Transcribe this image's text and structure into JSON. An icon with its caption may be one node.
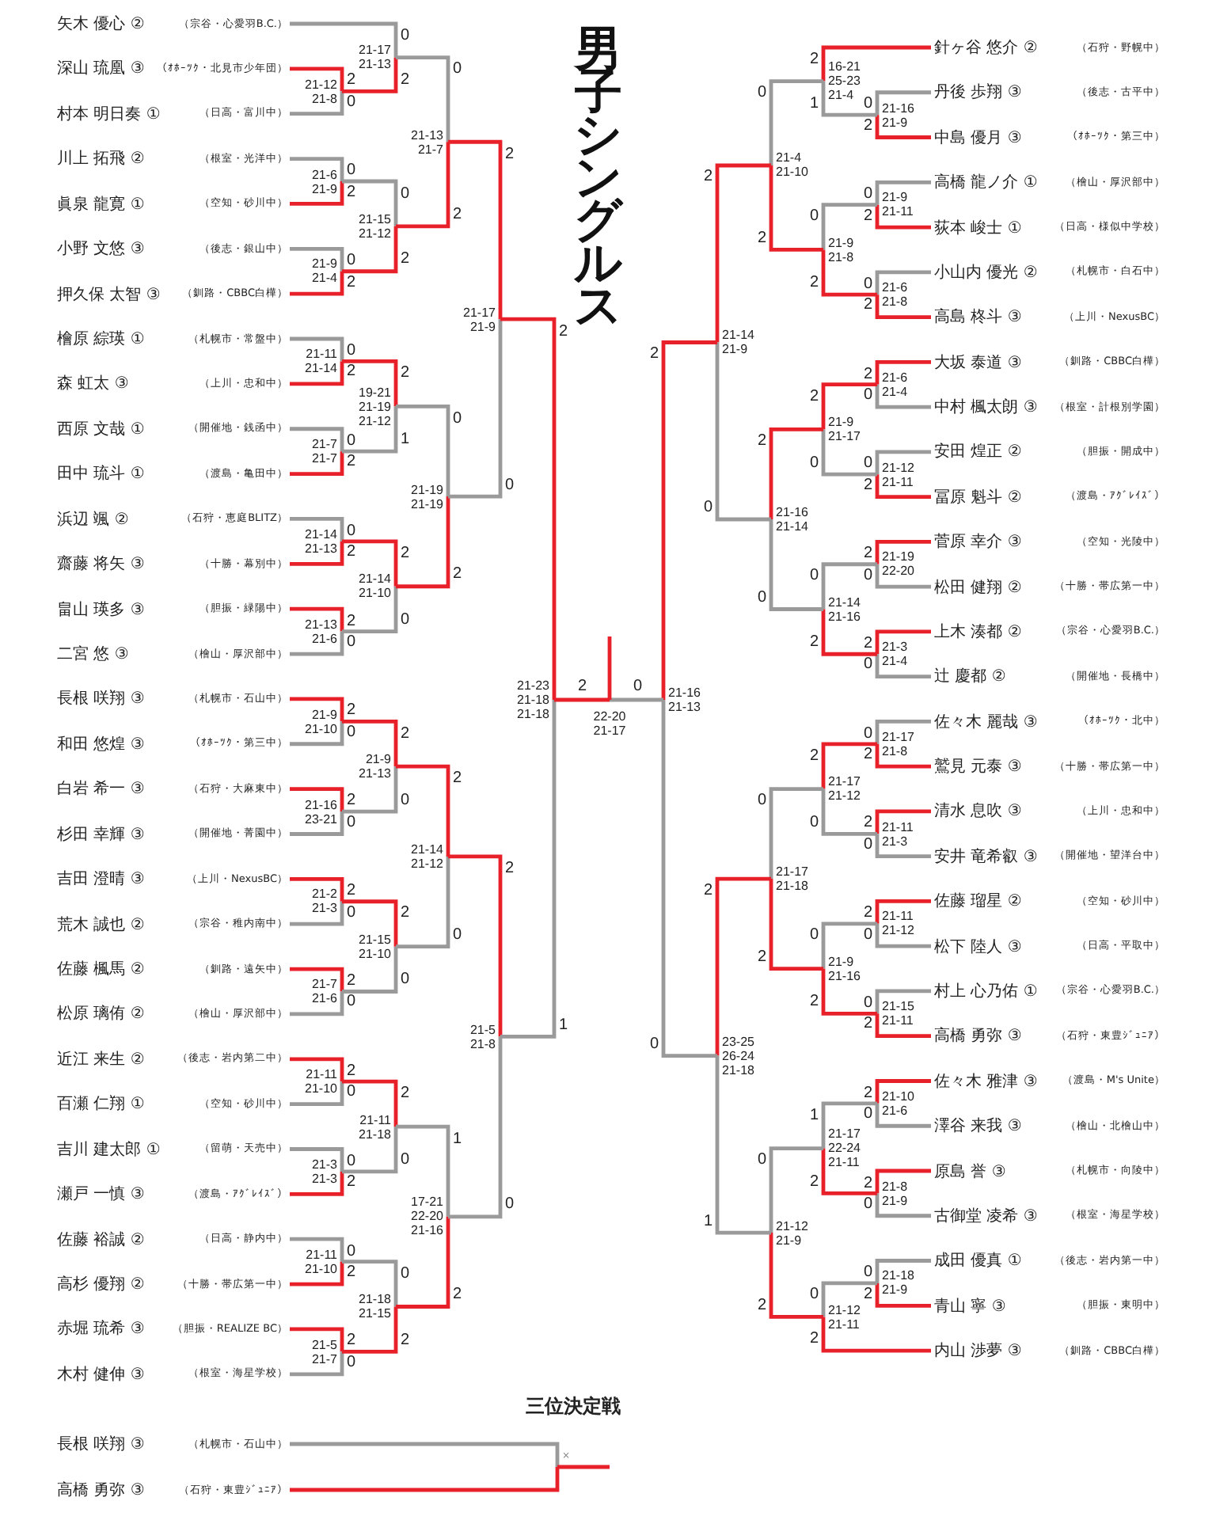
{
  "diagram": {
    "title": "男子シングルス",
    "nodes": [
      {
        "text": [
          "矢木 優心 ②",
          "（宗谷・心愛羽B.C.）"
        ]
      },
      {
        "text": [
          "深山 琉凰 ③",
          "（ｵﾎｰﾂｸ・北見市少年団）"
        ]
      },
      {
        "text": [
          "村本 明日奏 ①",
          "（日高・富川中）"
        ]
      },
      {
        "text": [
          "川上 拓飛 ②",
          "（根室・光洋中）"
        ]
      },
      {
        "text": [
          "眞泉 龍寛 ①",
          "（空知・砂川中）"
        ]
      },
      {
        "text": [
          "小野 文悠 ③",
          "（後志・銀山中）"
        ]
      },
      {
        "text": [
          "押久保 太智 ③",
          "（釧路・CBBC白樺）"
        ]
      },
      {
        "text": [
          "檜原 綜瑛 ①",
          "（札幌市・常盤中）"
        ]
      },
      {
        "text": [
          "森 虹太 ③",
          "（上川・忠和中）"
        ]
      },
      {
        "text": [
          "西原 文哉 ①",
          "（開催地・銭函中）"
        ]
      },
      {
        "text": [
          "田中 琉斗 ①",
          "（渡島・亀田中）"
        ]
      },
      {
        "text": [
          "浜辺 颯 ②",
          "（石狩・恵庭BLITZ）"
        ]
      },
      {
        "text": [
          "齋藤 将矢 ③",
          "（十勝・幕別中）"
        ]
      },
      {
        "text": [
          "畠山 瑛多 ③",
          "（胆振・緑陽中）"
        ]
      },
      {
        "text": [
          "二宮 悠 ③",
          "（檜山・厚沢部中）"
        ]
      },
      {
        "text": [
          "長根 咲翔 ③",
          "（札幌市・石山中）"
        ]
      },
      {
        "text": [
          "和田 悠煌 ③",
          "（ｵﾎｰﾂｸ・第三中）"
        ]
      },
      {
        "text": [
          "白岩 希一 ③",
          "（石狩・大麻東中）"
        ]
      },
      {
        "text": [
          "杉田 幸輝 ③",
          "（開催地・菁園中）"
        ]
      },
      {
        "text": [
          "吉田 澄晴 ③",
          "（上川・NexusBC）"
        ]
      },
      {
        "text": [
          "荒木 誠也 ②",
          "（宗谷・稚内南中）"
        ]
      },
      {
        "text": [
          "佐藤 楓馬 ②",
          "（釧路・遠矢中）"
        ]
      },
      {
        "text": [
          "松原 璃侑 ②",
          "（檜山・厚沢部中）"
        ]
      },
      {
        "text": [
          "近江 来生 ②",
          "（後志・岩内第二中）"
        ]
      },
      {
        "text": [
          "百瀬 仁翔 ①",
          "（空知・砂川中）"
        ]
      },
      {
        "text": [
          "吉川 建太郎 ①",
          "（留萌・天売中）"
        ]
      },
      {
        "text": [
          "瀬戸 一慎 ③",
          "（渡島・ｱｸﾞﾚｲｽﾞ）"
        ]
      },
      {
        "text": [
          "佐藤 裕誠 ②",
          "（日高・静内中）"
        ]
      },
      {
        "text": [
          "高杉 優翔 ②",
          "（十勝・帯広第一中）"
        ]
      },
      {
        "text": [
          "赤堀 琉希 ③",
          "（胆振・REALIZE BC）"
        ]
      },
      {
        "text": [
          "木村 健伸 ③",
          "（根室・海星学校）"
        ]
      },
      {
        "text": [
          "針ヶ谷 悠介 ②",
          "（石狩・野幌中）"
        ]
      },
      {
        "text": [
          "丹後 歩翔 ③",
          "（後志・古平中）"
        ]
      },
      {
        "text": [
          "中島 優月 ③",
          "（ｵﾎｰﾂｸ・第三中）"
        ]
      },
      {
        "text": [
          "高橋 龍ノ介 ①",
          "（檜山・厚沢部中）"
        ]
      },
      {
        "text": [
          "荻本 峻士 ①",
          "（日高・様似中学校）"
        ]
      },
      {
        "text": [
          "小山内 優光 ②",
          "（札幌市・白石中）"
        ]
      },
      {
        "text": [
          "高島 柊斗 ③",
          "（上川・NexusBC）"
        ]
      },
      {
        "text": [
          "大坂 泰道 ③",
          "（釧路・CBBC白樺）"
        ]
      },
      {
        "text": [
          "中村 楓太朗 ③",
          "（根室・計根別学園）"
        ]
      },
      {
        "text": [
          "安田 煌正 ②",
          "（胆振・開成中）"
        ]
      },
      {
        "text": [
          "冨原 魁斗 ②",
          "（渡島・ｱｸﾞﾚｲｽﾞ）"
        ]
      },
      {
        "text": [
          "菅原 幸介 ③",
          "（空知・光陵中）"
        ]
      },
      {
        "text": [
          "松田 健翔 ②",
          "（十勝・帯広第一中）"
        ]
      },
      {
        "text": [
          "上木 湊都 ②",
          "（宗谷・心愛羽B.C.）"
        ]
      },
      {
        "text": [
          "辻 慶都 ②",
          "（開催地・長橋中）"
        ]
      },
      {
        "text": [
          "佐々木 麗哉 ③",
          "（ｵﾎｰﾂｸ・北中）"
        ]
      },
      {
        "text": [
          "鷲見 元泰 ③",
          "（十勝・帯広第一中）"
        ]
      },
      {
        "text": [
          "清水 息吹 ③",
          "（上川・忠和中）"
        ]
      },
      {
        "text": [
          "安井 竜希叡 ③",
          "（開催地・望洋台中）"
        ]
      },
      {
        "text": [
          "佐藤 瑠星 ②",
          "（空知・砂川中）"
        ]
      },
      {
        "text": [
          "松下 陸人 ③",
          "（日高・平取中）"
        ]
      },
      {
        "text": [
          "村上 心乃佑 ①",
          "（宗谷・心愛羽B.C.）"
        ]
      },
      {
        "text": [
          "高橋 勇弥 ③",
          "（石狩・東豊ｼﾞｭﾆｱ）"
        ]
      },
      {
        "text": [
          "佐々木 雅津 ③",
          "（渡島・M's Unite）"
        ]
      },
      {
        "text": [
          "澤谷 来我 ③",
          "（檜山・北檜山中）"
        ]
      },
      {
        "text": [
          "原島 誉 ③",
          "（札幌市・向陵中）"
        ]
      },
      {
        "text": [
          "古御堂 凌希 ③",
          "（根室・海星学校）"
        ]
      },
      {
        "text": [
          "成田 優真 ①",
          "（後志・岩内第一中）"
        ]
      },
      {
        "text": [
          "青山 寧 ③",
          "（胆振・東明中）"
        ]
      },
      {
        "text": [
          "内山 渉夢 ③",
          "（釧路・CBBC白樺）"
        ]
      },
      {
        "text": [
          "長根 咲翔 ③",
          "（札幌市・石山中）"
        ]
      },
      {
        "text": [
          "高橋 勇弥 ③",
          "（石狩・東豊ｼﾞｭﾆｱ）"
        ]
      }
    ],
    "labels": [
      "21-12 21-8",
      "2",
      "0",
      "21-6 21-9",
      "0",
      "2",
      "21-9 21-4",
      "0",
      "2",
      "21-11 21-14",
      "0",
      "2",
      "21-7 21-7",
      "0",
      "2",
      "21-14 21-13",
      "0",
      "2",
      "21-13 21-6",
      "2",
      "0",
      "21-9 21-10",
      "2",
      "0",
      "21-16 23-21",
      "2",
      "0",
      "21-2 21-3",
      "2",
      "0",
      "21-7 21-6",
      "2",
      "0",
      "21-11 21-10",
      "2",
      "0",
      "21-3 21-3",
      "0",
      "2",
      "21-11 21-10",
      "0",
      "2",
      "21-5 21-7",
      "2",
      "0",
      "21-17 21-13",
      "0",
      "2",
      "21-15 21-12",
      "0",
      "2",
      "19-21 21-19 21-12",
      "2",
      "1",
      "21-14 21-10",
      "2",
      "0",
      "21-9 21-13",
      "2",
      "0",
      "21-15 21-10",
      "2",
      "0",
      "21-11 21-18",
      "2",
      "0",
      "21-18 21-15",
      "0",
      "2",
      "21-13 21-7",
      "0",
      "2",
      "21-19 21-19",
      "0",
      "2",
      "21-14 21-12",
      "2",
      "0",
      "17-21 22-20 21-16",
      "1",
      "2",
      "21-17 21-9",
      "2",
      "0",
      "21-5 21-8",
      "2",
      "0",
      "21-23 21-18 21-18",
      "2",
      "1",
      "21-16 21-9",
      "0",
      "2",
      "21-9 21-11",
      "0",
      "2",
      "21-6 21-8",
      "0",
      "2",
      "21-6 21-4",
      "2",
      "0",
      "21-12 21-11",
      "0",
      "2",
      "21-19 22-20",
      "2",
      "0",
      "21-3 21-4",
      "2",
      "0",
      "21-17 21-8",
      "0",
      "2",
      "21-11 21-3",
      "2",
      "0",
      "21-11 21-12",
      "2",
      "0",
      "21-15 21-11",
      "0",
      "2",
      "21-10 21-6",
      "2",
      "0",
      "21-8 21-9",
      "2",
      "0",
      "21-18 21-9",
      "0",
      "2",
      "16-21 25-23 21-4",
      "2",
      "1",
      "21-9 21-8",
      "0",
      "2",
      "21-9 21-17",
      "2",
      "0",
      "21-14 21-16",
      "0",
      "2",
      "21-17 21-12",
      "2",
      "0",
      "21-9 21-16",
      "0",
      "2",
      "21-17 22-24 21-11",
      "1",
      "2",
      "21-12 21-11",
      "0",
      "2",
      "21-4 21-10",
      "0",
      "2",
      "21-16 21-14",
      "2",
      "0",
      "21-17 21-18",
      "0",
      "2",
      "21-12 21-9",
      "0",
      "2",
      "21-14 21-9",
      "2",
      "0",
      "23-25 26-24 21-18",
      "2",
      "1",
      "21-16 21-13",
      "2",
      "0",
      "22-20 21-17",
      "2",
      "0",
      "三位決定戦",
      "×"
    ]
  }
}
